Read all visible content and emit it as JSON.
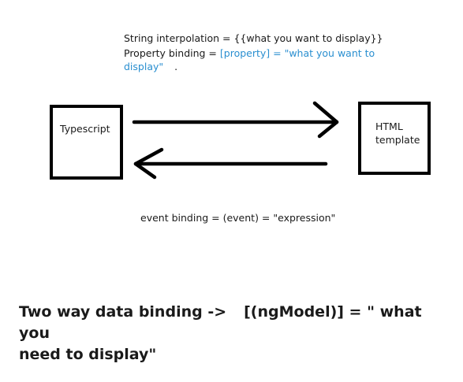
{
  "notes": {
    "interpolation": "String interpolation = {{what you want to display}}",
    "property_prefix": "Property binding = ",
    "property_highlight": "[property] = \"what you want to",
    "property_highlight_cont": "display\"",
    "trailing_dot": "."
  },
  "boxes": {
    "typescript": "Typescript",
    "html_line1": "HTML",
    "html_line2": "template"
  },
  "event_binding": "event binding = (event) = \"expression\"",
  "two_way": {
    "part1": "Two way data binding ->",
    "part2": "[(ngModel)] = \" what you",
    "part3": "need to display\""
  },
  "colors": {
    "highlight": "#2a8fd0",
    "ink": "#000000"
  }
}
